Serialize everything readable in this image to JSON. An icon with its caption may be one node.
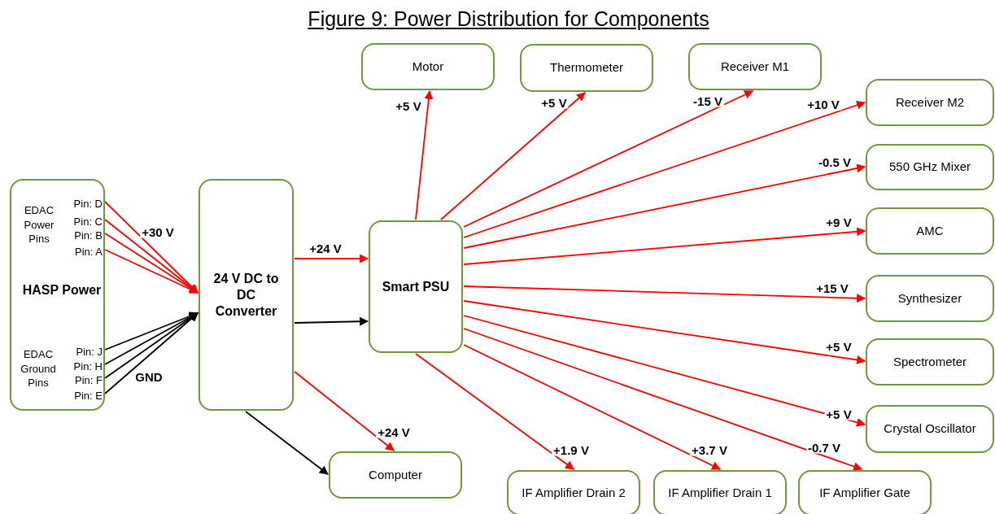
{
  "diagram": {
    "title": "Figure 9: Power Distribution for Components",
    "nodes": [
      {
        "text": [
          "EDAC Power Pins",
          "HASP Power",
          "EDAC Ground Pins"
        ]
      },
      {
        "text": [
          "Pin: D"
        ],
        "in": 0
      },
      {
        "text": [
          "Pin: C"
        ],
        "in": 0
      },
      {
        "text": [
          "Pin: B"
        ],
        "in": 0
      },
      {
        "text": [
          "Pin: A"
        ],
        "in": 0
      },
      {
        "text": [
          "Pin: J"
        ],
        "in": 0
      },
      {
        "text": [
          "Pin: H"
        ],
        "in": 0
      },
      {
        "text": [
          "Pin: F"
        ],
        "in": 0
      },
      {
        "text": [
          "Pin: E"
        ],
        "in": 0
      },
      {
        "text": [
          "24 V DC to DC Converter"
        ]
      },
      {
        "text": [
          "Smart PSU"
        ]
      },
      {
        "text": [
          "Motor"
        ]
      },
      {
        "text": [
          "Thermometer"
        ]
      },
      {
        "text": [
          "Receiver M1"
        ]
      },
      {
        "text": [
          "Receiver M2"
        ]
      },
      {
        "text": [
          "550 GHz Mixer"
        ]
      },
      {
        "text": [
          "AMC"
        ]
      },
      {
        "text": [
          "Synthesizer"
        ]
      },
      {
        "text": [
          "Spectrometer"
        ]
      },
      {
        "text": [
          "Crystal Oscillator"
        ]
      },
      {
        "text": [
          "Computer"
        ]
      },
      {
        "text": [
          "IF Amplifier Drain 2"
        ]
      },
      {
        "text": [
          "IF Amplifier Drain 1"
        ]
      },
      {
        "text": [
          "IF Amplifier Gate"
        ]
      }
    ],
    "edges": [
      {
        "from": 1,
        "to": 9,
        "arrow": "to"
      },
      {
        "from": 2,
        "to": 9,
        "arrow": "to"
      },
      {
        "from": 3,
        "to": 9,
        "arrow": "to"
      },
      {
        "from": 4,
        "to": 9,
        "arrow": "to"
      },
      {
        "from": 5,
        "to": 9,
        "arrow": "to",
        "color": "#000000"
      },
      {
        "from": 6,
        "to": 9,
        "arrow": "to",
        "color": "#000000"
      },
      {
        "from": 7,
        "to": 9,
        "arrow": "to",
        "color": "#000000"
      },
      {
        "from": 8,
        "to": 9,
        "arrow": "to",
        "color": "#000000"
      },
      {
        "from": 9,
        "to": 10,
        "arrow": "to",
        "label": "+24 V"
      },
      {
        "from": 9,
        "to": 10,
        "arrow": "to",
        "color": "#000000"
      },
      {
        "from": 9,
        "to": 20,
        "arrow": "to",
        "label": "+24 V"
      },
      {
        "from": 9,
        "to": 20,
        "arrow": "to",
        "color": "#000000"
      },
      {
        "from": 10,
        "to": 11,
        "arrow": "to",
        "label": "+5 V"
      },
      {
        "from": 10,
        "to": 12,
        "arrow": "to",
        "label": "+5 V"
      },
      {
        "from": 10,
        "to": 13,
        "arrow": "to",
        "label": "-15 V"
      },
      {
        "from": 10,
        "to": 14,
        "arrow": "to",
        "label": "+10 V"
      },
      {
        "from": 10,
        "to": 15,
        "arrow": "to",
        "label": "-0.5 V"
      },
      {
        "from": 10,
        "to": 16,
        "arrow": "to",
        "label": "+9 V"
      },
      {
        "from": 10,
        "to": 17,
        "arrow": "to",
        "label": "+15 V"
      },
      {
        "from": 10,
        "to": 18,
        "arrow": "to",
        "label": "+5 V"
      },
      {
        "from": 10,
        "to": 19,
        "arrow": "to",
        "label": "+5 V"
      },
      {
        "from": 10,
        "to": 23,
        "arrow": "to",
        "label": "-0.7 V"
      },
      {
        "from": 10,
        "to": 22,
        "arrow": "to",
        "label": "+3.7 V"
      },
      {
        "from": 10,
        "to": 21,
        "arrow": "to",
        "label": "+1.9 V"
      }
    ],
    "labels": [
      "+30 V",
      "GND"
    ]
  }
}
